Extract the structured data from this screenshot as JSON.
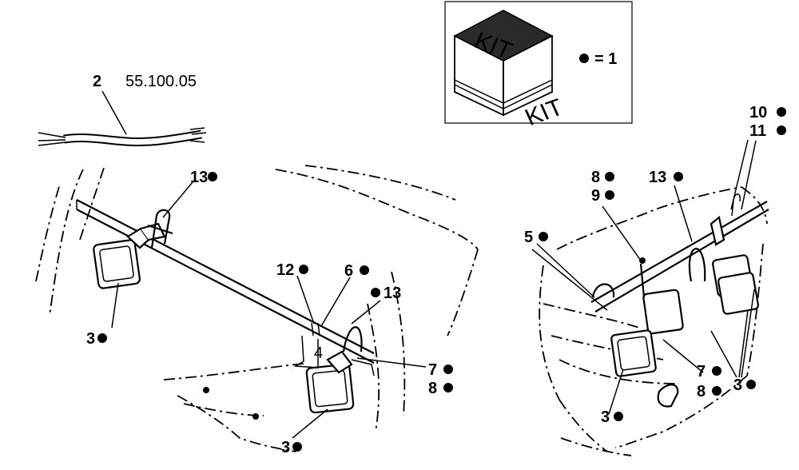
{
  "kit_box": {
    "kit_left": "KIT",
    "kit_right": "KIT",
    "legend_value": "= 1"
  },
  "wire_harness": {
    "number": "2",
    "reference": "55.100.05"
  },
  "left_view": {
    "callouts": [
      {
        "id": "lv-13-top",
        "text": "13",
        "dot": true
      },
      {
        "id": "lv-3-left",
        "text": "3",
        "dot": true
      },
      {
        "id": "lv-12",
        "text": "12",
        "dot": true
      },
      {
        "id": "lv-6",
        "text": "6",
        "dot": true
      },
      {
        "id": "lv-13-right",
        "text": "13",
        "dot": true,
        "dot_before": true
      },
      {
        "id": "lv-4",
        "text": "4",
        "dot": false
      },
      {
        "id": "lv-7",
        "text": "7",
        "dot": true
      },
      {
        "id": "lv-8",
        "text": "8",
        "dot": true
      },
      {
        "id": "lv-3-bottom",
        "text": "3",
        "dot": true
      }
    ]
  },
  "right_view": {
    "callouts": [
      {
        "id": "rv-10",
        "text": "10",
        "dot": true
      },
      {
        "id": "rv-11",
        "text": "11",
        "dot": true
      },
      {
        "id": "rv-8-top",
        "text": "8",
        "dot": true
      },
      {
        "id": "rv-9",
        "text": "9",
        "dot": true
      },
      {
        "id": "rv-13",
        "text": "13",
        "dot": true
      },
      {
        "id": "rv-5",
        "text": "5",
        "dot": true
      },
      {
        "id": "rv-7",
        "text": "7",
        "dot": true
      },
      {
        "id": "rv-8-bottom",
        "text": "8",
        "dot": true
      },
      {
        "id": "rv-3-right",
        "text": "3",
        "dot": true
      },
      {
        "id": "rv-3-bottom",
        "text": "3",
        "dot": true
      }
    ]
  }
}
